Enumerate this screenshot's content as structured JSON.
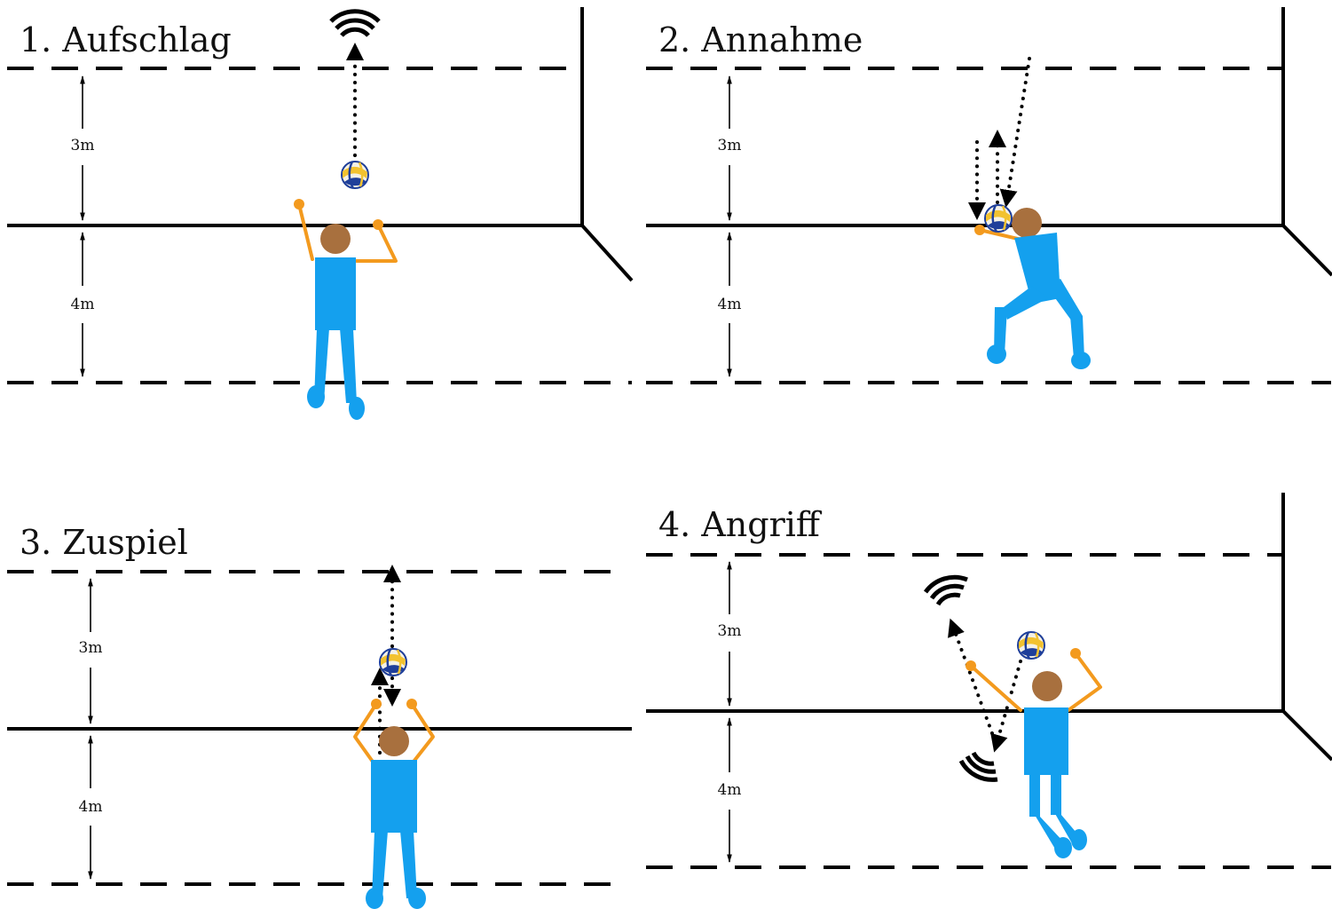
{
  "panels": [
    {
      "title": "1. Aufschlag",
      "upper_zone": "3m",
      "lower_zone": "4m"
    },
    {
      "title": "2. Annahme",
      "upper_zone": "3m",
      "lower_zone": "4m"
    },
    {
      "title": "3. Zuspiel",
      "upper_zone": "3m",
      "lower_zone": "4m"
    },
    {
      "title": "4. Angriff",
      "upper_zone": "3m",
      "lower_zone": "4m"
    }
  ],
  "colors": {
    "jersey": "#14a0ee",
    "skin": "#a8703e",
    "arm": "#f39a1e",
    "ball_yellow": "#f2c230",
    "ball_blue": "#1f3f9a",
    "lines": "#000000"
  },
  "icons": [
    "sound-wave-icon",
    "volleyball-icon",
    "arrow-icon"
  ]
}
